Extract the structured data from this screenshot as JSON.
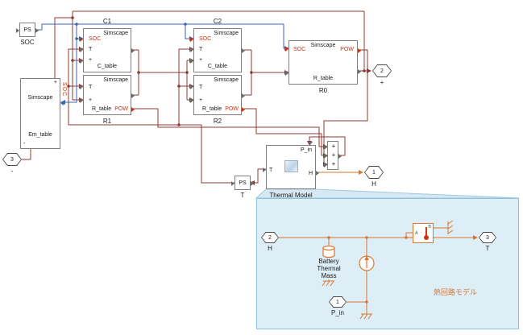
{
  "colors": {
    "electrical_line": "#8c3b32",
    "signal_line": "#3a66b0",
    "thermal_line": "#d9772e",
    "port_text_red": "#cc3311",
    "panel_bg": "#ddeef7",
    "panel_border": "#8fc0dc"
  },
  "main": {
    "ps_soc": {
      "text": "PS",
      "label": "SOC"
    },
    "ps_t": {
      "text": "PS",
      "label": "T"
    },
    "c1": {
      "title": "C1",
      "soc": "SOC",
      "brand": "Simscape",
      "t": "T",
      "plus": "+",
      "table": "C_table"
    },
    "c2": {
      "title": "C2",
      "soc": "SOC",
      "brand": "Simscape",
      "t": "T",
      "plus": "+",
      "table": "C_table"
    },
    "r1": {
      "title": "R1",
      "brand": "Simscape",
      "t": "T",
      "plus": "+",
      "table": "R_table",
      "pow": "POW"
    },
    "r2": {
      "title": "R2",
      "brand": "Simscape",
      "t": "T",
      "plus": "+",
      "table": "R_table",
      "pow": "POW"
    },
    "r0": {
      "title": "R0",
      "soc": "SOC",
      "brand": "Simscape",
      "pow": "POW",
      "table": "R_table"
    },
    "em": {
      "brand": "Simscape",
      "table": "Em_table",
      "soc": "SOC",
      "plus": "+",
      "minus": "-"
    },
    "thermal": {
      "title": "Thermal Model",
      "p_in": "P_in",
      "t": "T",
      "h": "H"
    },
    "sum": {
      "s1": "+",
      "s2": "+",
      "s3": "+"
    },
    "port2": {
      "num": "2",
      "label": "+"
    },
    "port3": {
      "num": "3",
      "label": "-"
    },
    "port1": {
      "num": "1",
      "label": "H"
    }
  },
  "panel": {
    "caption": "熱回路モデル",
    "port_h": {
      "num": "2",
      "label": "H"
    },
    "port_t": {
      "num": "3",
      "label": "T"
    },
    "port_pin": {
      "num": "1",
      "label": "P_in"
    },
    "mass_line1": "Battery",
    "mass_line2": "Thermal",
    "mass_line3": "Mass",
    "sensor": {
      "a": "A",
      "b": "B"
    }
  }
}
